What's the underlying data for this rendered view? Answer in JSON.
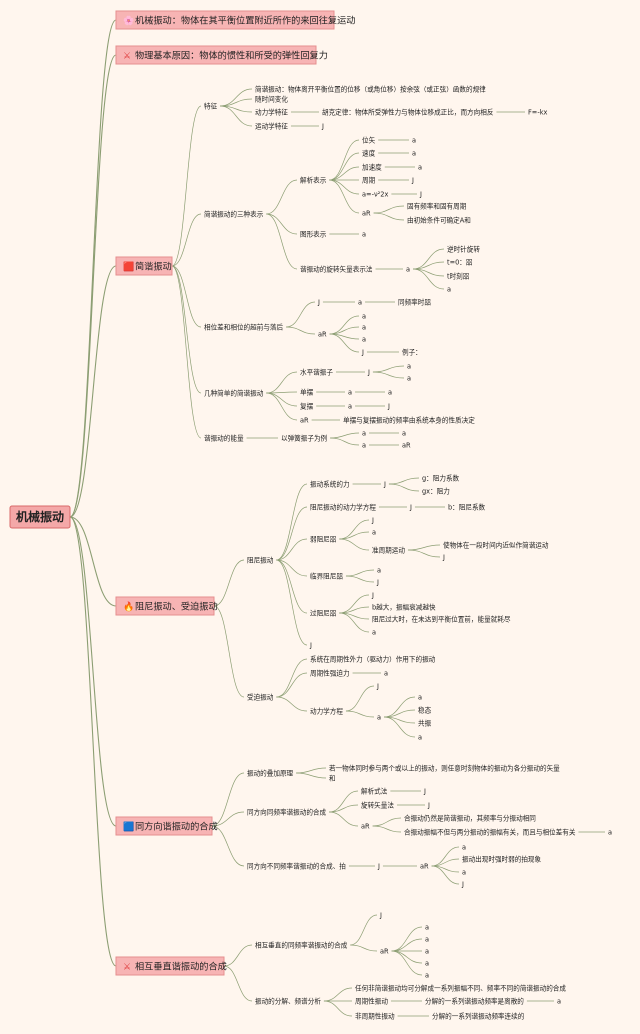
{
  "root": "机械振动",
  "nodes": [
    {
      "id": "m1",
      "text": "机械振动：物体在其平衡位置附近所作的来回往复运动",
      "icon": "🌸",
      "type": "main"
    },
    {
      "id": "m2",
      "text": "物理基本原因：物体的惯性和所受的弹性回复力",
      "icon": "⚔",
      "type": "main"
    },
    {
      "id": "m3",
      "text": "简谐振动",
      "icon": "🟥",
      "type": "main"
    },
    {
      "id": "m4",
      "text": "阻尼振动、受迫振动",
      "icon": "🔥",
      "type": "main"
    },
    {
      "id": "m5",
      "text": "同方向谐振动的合成",
      "icon": "🟦",
      "type": "main"
    },
    {
      "id": "m6",
      "text": "相互垂直谐振动的合成",
      "icon": "⚔",
      "type": "main"
    },
    {
      "id": "s1",
      "parent": "m3",
      "text": "特征"
    },
    {
      "id": "s1a",
      "parent": "s1",
      "text": "简谐振动：物体离开平衡位置的位移（或角位移）按余弦（或正弦）函数的规律"
    },
    {
      "id": "s1a2",
      "parent": "s1",
      "text": "随时间变化"
    },
    {
      "id": "s1b",
      "parent": "s1",
      "text": "动力学特征"
    },
    {
      "id": "s1b1",
      "parent": "s1b",
      "text": "胡克定律：物体所受弹性力与物体位移成正比，而方向相反"
    },
    {
      "id": "s1b2",
      "parent": "s1b1",
      "text": "F=-kx"
    },
    {
      "id": "s1c",
      "parent": "s1",
      "text": "运动学特征"
    },
    {
      "id": "s1c1",
      "parent": "s1c",
      "text": "J"
    },
    {
      "id": "s2",
      "parent": "m3",
      "text": "简谐振动的三种表示"
    },
    {
      "id": "s2a",
      "parent": "s2",
      "text": "解析表示"
    },
    {
      "id": "s2a1",
      "parent": "s2a",
      "text": "位矢"
    },
    {
      "id": "s2a1v",
      "parent": "s2a1",
      "text": "a"
    },
    {
      "id": "s2a2",
      "parent": "s2a",
      "text": "速度"
    },
    {
      "id": "s2a2v",
      "parent": "s2a2",
      "text": "a"
    },
    {
      "id": "s2a3",
      "parent": "s2a",
      "text": "加速度"
    },
    {
      "id": "s2a3v",
      "parent": "s2a3",
      "text": "a"
    },
    {
      "id": "s2a4",
      "parent": "s2a",
      "text": "周期"
    },
    {
      "id": "s2a4v",
      "parent": "s2a4",
      "text": "J"
    },
    {
      "id": "s2a5",
      "parent": "s2a",
      "text": "a=-ν²2x"
    },
    {
      "id": "s2a5v",
      "parent": "s2a5",
      "text": "J"
    },
    {
      "id": "s2a6",
      "parent": "s2a",
      "text": "aR"
    },
    {
      "id": "s2a6a",
      "parent": "s2a6",
      "text": "固有频率和固有周期"
    },
    {
      "id": "s2a6b",
      "parent": "s2a6",
      "text": "由初始条件可确定A和"
    },
    {
      "id": "s2b",
      "parent": "s2",
      "text": "图形表示"
    },
    {
      "id": "s2bv",
      "parent": "s2b",
      "text": "a"
    },
    {
      "id": "s2c",
      "parent": "s2",
      "text": "谐振动的旋转矢量表示法"
    },
    {
      "id": "s2cv",
      "parent": "s2c",
      "text": "a"
    },
    {
      "id": "s2c1",
      "parent": "s2cv",
      "text": "逆时针旋转"
    },
    {
      "id": "s2c2",
      "parent": "s2cv",
      "text": "t=0：㗊"
    },
    {
      "id": "s2c3",
      "parent": "s2cv",
      "text": "t时刻㗊"
    },
    {
      "id": "s2c4",
      "parent": "s2cv",
      "text": "a"
    },
    {
      "id": "s3",
      "parent": "m3",
      "text": "相位差和相位的超前与落后"
    },
    {
      "id": "s3a",
      "parent": "s3",
      "text": "J"
    },
    {
      "id": "s3a1",
      "parent": "s3a",
      "text": "a"
    },
    {
      "id": "s3a2",
      "parent": "s3a1",
      "text": "同频率时㗊"
    },
    {
      "id": "s3b",
      "parent": "s3",
      "text": "aR"
    },
    {
      "id": "s3b1",
      "parent": "s3b",
      "text": "a"
    },
    {
      "id": "s3b2",
      "parent": "s3b",
      "text": "a"
    },
    {
      "id": "s3b3",
      "parent": "s3b",
      "text": "a"
    },
    {
      "id": "s3b4",
      "parent": "s3b",
      "text": "J"
    },
    {
      "id": "s3b4a",
      "parent": "s3b4",
      "text": "例子："
    },
    {
      "id": "s4",
      "parent": "m3",
      "text": "几种简单的简谐振动"
    },
    {
      "id": "s4a",
      "parent": "s4",
      "text": "水平谐振子"
    },
    {
      "id": "s4av",
      "parent": "s4a",
      "text": "J"
    },
    {
      "id": "s4a1",
      "parent": "s4av",
      "text": "a"
    },
    {
      "id": "s4a2",
      "parent": "s4av",
      "text": "a"
    },
    {
      "id": "s4b",
      "parent": "s4",
      "text": "单摆"
    },
    {
      "id": "s4b1",
      "parent": "s4b",
      "text": "a"
    },
    {
      "id": "s4b2",
      "parent": "s4b1",
      "text": "a"
    },
    {
      "id": "s4c",
      "parent": "s4",
      "text": "复摆"
    },
    {
      "id": "s4c1",
      "parent": "s4c",
      "text": "a"
    },
    {
      "id": "s4c2",
      "parent": "s4c1",
      "text": "J"
    },
    {
      "id": "s4d",
      "parent": "s4",
      "text": "aR"
    },
    {
      "id": "s4d1",
      "parent": "s4d",
      "text": "单摆与复摆振动的频率由系统本身的性质决定"
    },
    {
      "id": "s5",
      "parent": "m3",
      "text": "谐振动的能量"
    },
    {
      "id": "s5a",
      "parent": "s5",
      "text": "以弹簧振子为例"
    },
    {
      "id": "s5a1",
      "parent": "s5a",
      "text": "a"
    },
    {
      "id": "s5a1v",
      "parent": "s5a1",
      "text": "a"
    },
    {
      "id": "s5a2",
      "parent": "s5a",
      "text": "a"
    },
    {
      "id": "s5a2v",
      "parent": "s5a2",
      "text": "aR"
    },
    {
      "id": "t1",
      "parent": "m4",
      "text": "阻尼振动"
    },
    {
      "id": "t1a",
      "parent": "t1",
      "text": "振动系统的力"
    },
    {
      "id": "t1av",
      "parent": "t1a",
      "text": "J"
    },
    {
      "id": "t1a1",
      "parent": "t1av",
      "text": "g：阻力系数"
    },
    {
      "id": "t1a2",
      "parent": "t1av",
      "text": "gx：阻力"
    },
    {
      "id": "t1b",
      "parent": "t1",
      "text": "阻尼振动的动力学方程"
    },
    {
      "id": "t1bv",
      "parent": "t1b",
      "text": "J"
    },
    {
      "id": "t1b1",
      "parent": "t1bv",
      "text": "b：阻尼系数"
    },
    {
      "id": "t1c",
      "parent": "t1",
      "text": "弱阻尼㗊"
    },
    {
      "id": "t1c1",
      "parent": "t1c",
      "text": "J"
    },
    {
      "id": "t1c2",
      "parent": "t1c",
      "text": "a"
    },
    {
      "id": "t1c3",
      "parent": "t1c",
      "text": "准周期运动"
    },
    {
      "id": "t1c3a",
      "parent": "t1c3",
      "text": "使物体在一段时间内近似作简谐运动"
    },
    {
      "id": "t1c3b",
      "parent": "t1c3",
      "text": "J"
    },
    {
      "id": "t1d",
      "parent": "t1",
      "text": "临界阻尼㗊"
    },
    {
      "id": "t1d1",
      "parent": "t1d",
      "text": "a"
    },
    {
      "id": "t1d2",
      "parent": "t1d",
      "text": "J"
    },
    {
      "id": "t1e",
      "parent": "t1",
      "text": "过阻尼㗊"
    },
    {
      "id": "t1e1",
      "parent": "t1e",
      "text": "J"
    },
    {
      "id": "t1e2",
      "parent": "t1e",
      "text": "b越大，振幅衰减越快"
    },
    {
      "id": "t1e3",
      "parent": "t1e",
      "text": "阻尼过大时，在未达到平衡位置前，能量就耗尽"
    },
    {
      "id": "t1e4",
      "parent": "t1e",
      "text": "a"
    },
    {
      "id": "t1f",
      "parent": "t1",
      "text": "J"
    },
    {
      "id": "t2",
      "parent": "m4",
      "text": "受迫振动"
    },
    {
      "id": "t2a",
      "parent": "t2",
      "text": "系统在周期性外力（驱动力）作用下的振动"
    },
    {
      "id": "t2b",
      "parent": "t2",
      "text": "周期性强迫力"
    },
    {
      "id": "t2bv",
      "parent": "t2b",
      "text": "a"
    },
    {
      "id": "t2c",
      "parent": "t2",
      "text": "动力学方程"
    },
    {
      "id": "t2c1",
      "parent": "t2c",
      "text": "J"
    },
    {
      "id": "t2c2",
      "parent": "t2c",
      "text": "a"
    },
    {
      "id": "t2c2a",
      "parent": "t2c2",
      "text": "a"
    },
    {
      "id": "t2c2b",
      "parent": "t2c2",
      "text": "稳态"
    },
    {
      "id": "t2c2c",
      "parent": "t2c2",
      "text": "共振"
    },
    {
      "id": "t2c2d",
      "parent": "t2c2",
      "text": "a"
    },
    {
      "id": "u1",
      "parent": "m5",
      "text": "振动的叠加原理"
    },
    {
      "id": "u1a",
      "parent": "u1",
      "text": "若一物体同时参与两个或以上的振动，则任意时刻物体的振动为各分振动的矢量"
    },
    {
      "id": "u1a2",
      "parent": "u1",
      "text": "和"
    },
    {
      "id": "u2",
      "parent": "m5",
      "text": "同方向同频率谐振动的合成"
    },
    {
      "id": "u2a",
      "parent": "u2",
      "text": "解析式法"
    },
    {
      "id": "u2av",
      "parent": "u2a",
      "text": "J"
    },
    {
      "id": "u2b",
      "parent": "u2",
      "text": "旋转矢量法"
    },
    {
      "id": "u2bv",
      "parent": "u2b",
      "text": "J"
    },
    {
      "id": "u2c",
      "parent": "u2",
      "text": "aR"
    },
    {
      "id": "u2c1",
      "parent": "u2c",
      "text": "合振动仍然是简谐振动，其频率与分振动相同"
    },
    {
      "id": "u2c2",
      "parent": "u2c",
      "text": "合振动振幅不但与两分振动的振幅有关，而且与相位差有关"
    },
    {
      "id": "u2c2v",
      "parent": "u2c2",
      "text": "a"
    },
    {
      "id": "u3",
      "parent": "m5",
      "text": "同方向不同频率谐振动的合成、拍"
    },
    {
      "id": "u3v",
      "parent": "u3",
      "text": "J"
    },
    {
      "id": "u3w",
      "parent": "u3v",
      "text": "aR"
    },
    {
      "id": "u3w1",
      "parent": "u3w",
      "text": "a"
    },
    {
      "id": "u3w2",
      "parent": "u3w",
      "text": "振动出现时强时弱的拍现象"
    },
    {
      "id": "u3w3",
      "parent": "u3w",
      "text": "a"
    },
    {
      "id": "u3w4",
      "parent": "u3w",
      "text": "J"
    },
    {
      "id": "v1",
      "parent": "m6",
      "text": "相互垂直的同频率谐振动的合成"
    },
    {
      "id": "v1a",
      "parent": "v1",
      "text": "J"
    },
    {
      "id": "v1b",
      "parent": "v1",
      "text": "aR"
    },
    {
      "id": "v1b1",
      "parent": "v1b",
      "text": "a"
    },
    {
      "id": "v1b2",
      "parent": "v1b",
      "text": "a"
    },
    {
      "id": "v1b3",
      "parent": "v1b",
      "text": "a"
    },
    {
      "id": "v1b4",
      "parent": "v1b",
      "text": "a"
    },
    {
      "id": "v1b5",
      "parent": "v1b",
      "text": "a"
    },
    {
      "id": "v2",
      "parent": "m6",
      "text": "振动的分解、频谱分析"
    },
    {
      "id": "v2a",
      "parent": "v2",
      "text": "任何非简谐振动均可分解成一系列振幅不同、频率不同的简谐振动的合成"
    },
    {
      "id": "v2b",
      "parent": "v2",
      "text": "周期性振动"
    },
    {
      "id": "v2b1",
      "parent": "v2b",
      "text": "分解的一系列谐振动频率是离散的"
    },
    {
      "id": "v2b2",
      "parent": "v2b1",
      "text": "a"
    },
    {
      "id": "v2c",
      "parent": "v2",
      "text": "非周期性振动"
    },
    {
      "id": "v2c1",
      "parent": "v2c",
      "text": "分解的一系列谐振动频率连续的"
    }
  ]
}
